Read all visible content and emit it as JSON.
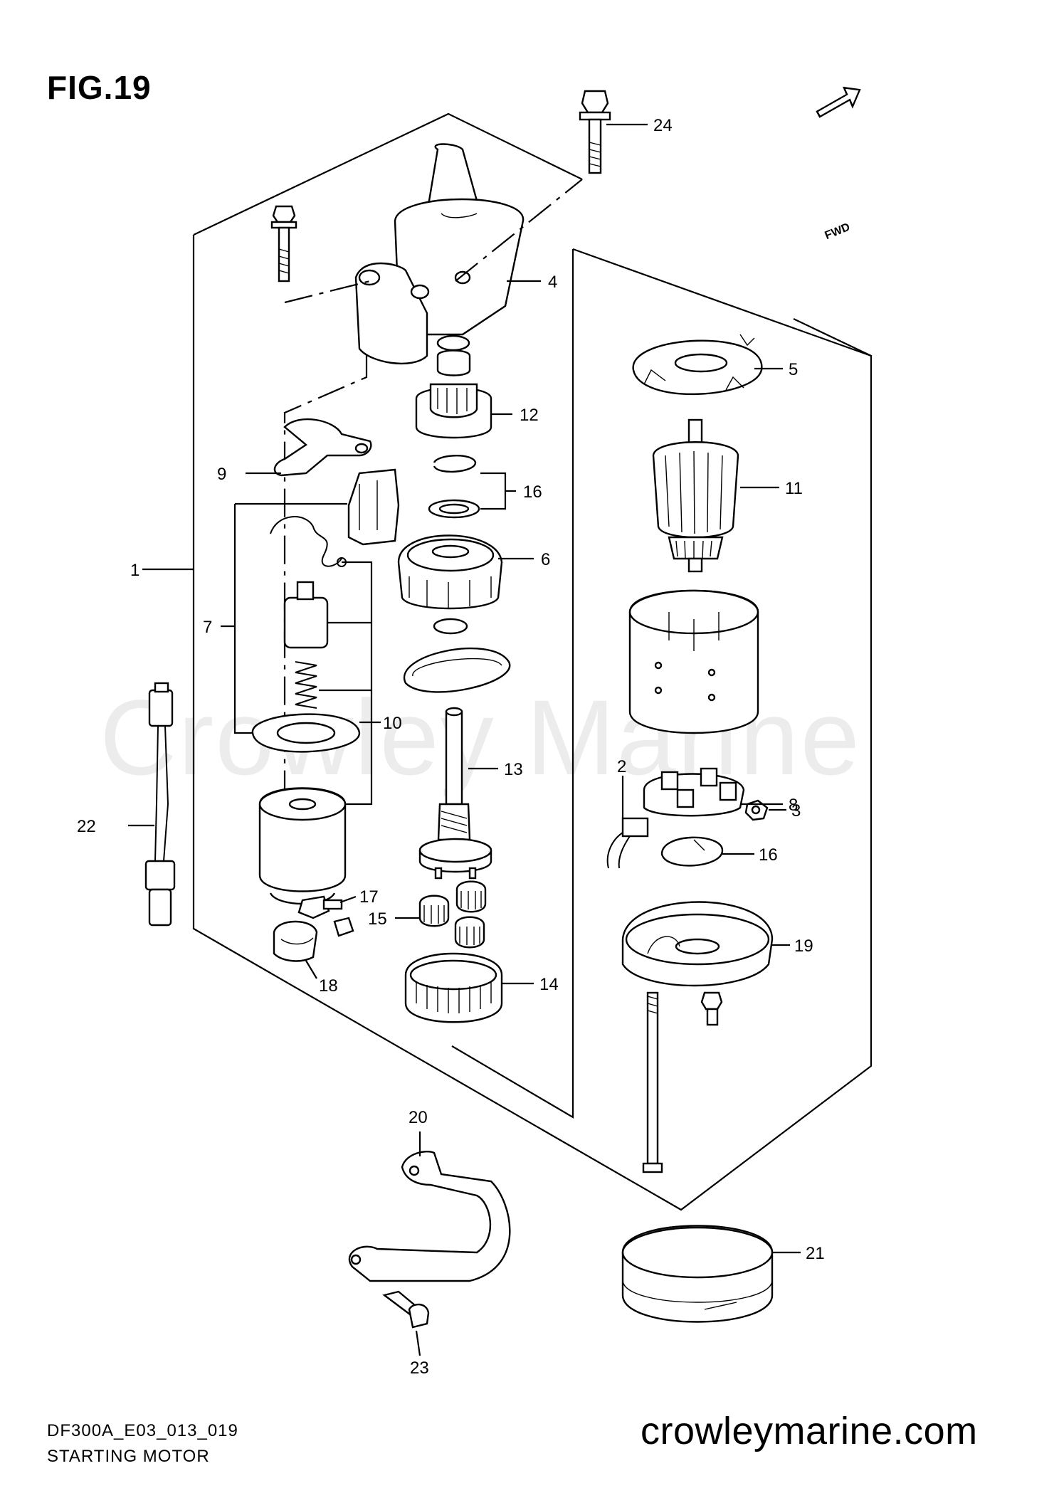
{
  "figure": {
    "title": "FIG.19"
  },
  "footer": {
    "code": "DF300A_E03_013_019",
    "name": "STARTING MOTOR"
  },
  "site": "crowleymarine.com",
  "watermark": "Crowley Marine",
  "fwd_label": "FWD",
  "callouts": [
    "1",
    "2",
    "3",
    "4",
    "5",
    "6",
    "7",
    "8",
    "9",
    "10",
    "11",
    "12",
    "13",
    "14",
    "15",
    "16",
    "16",
    "17",
    "18",
    "19",
    "20",
    "21",
    "22",
    "23",
    "24"
  ]
}
